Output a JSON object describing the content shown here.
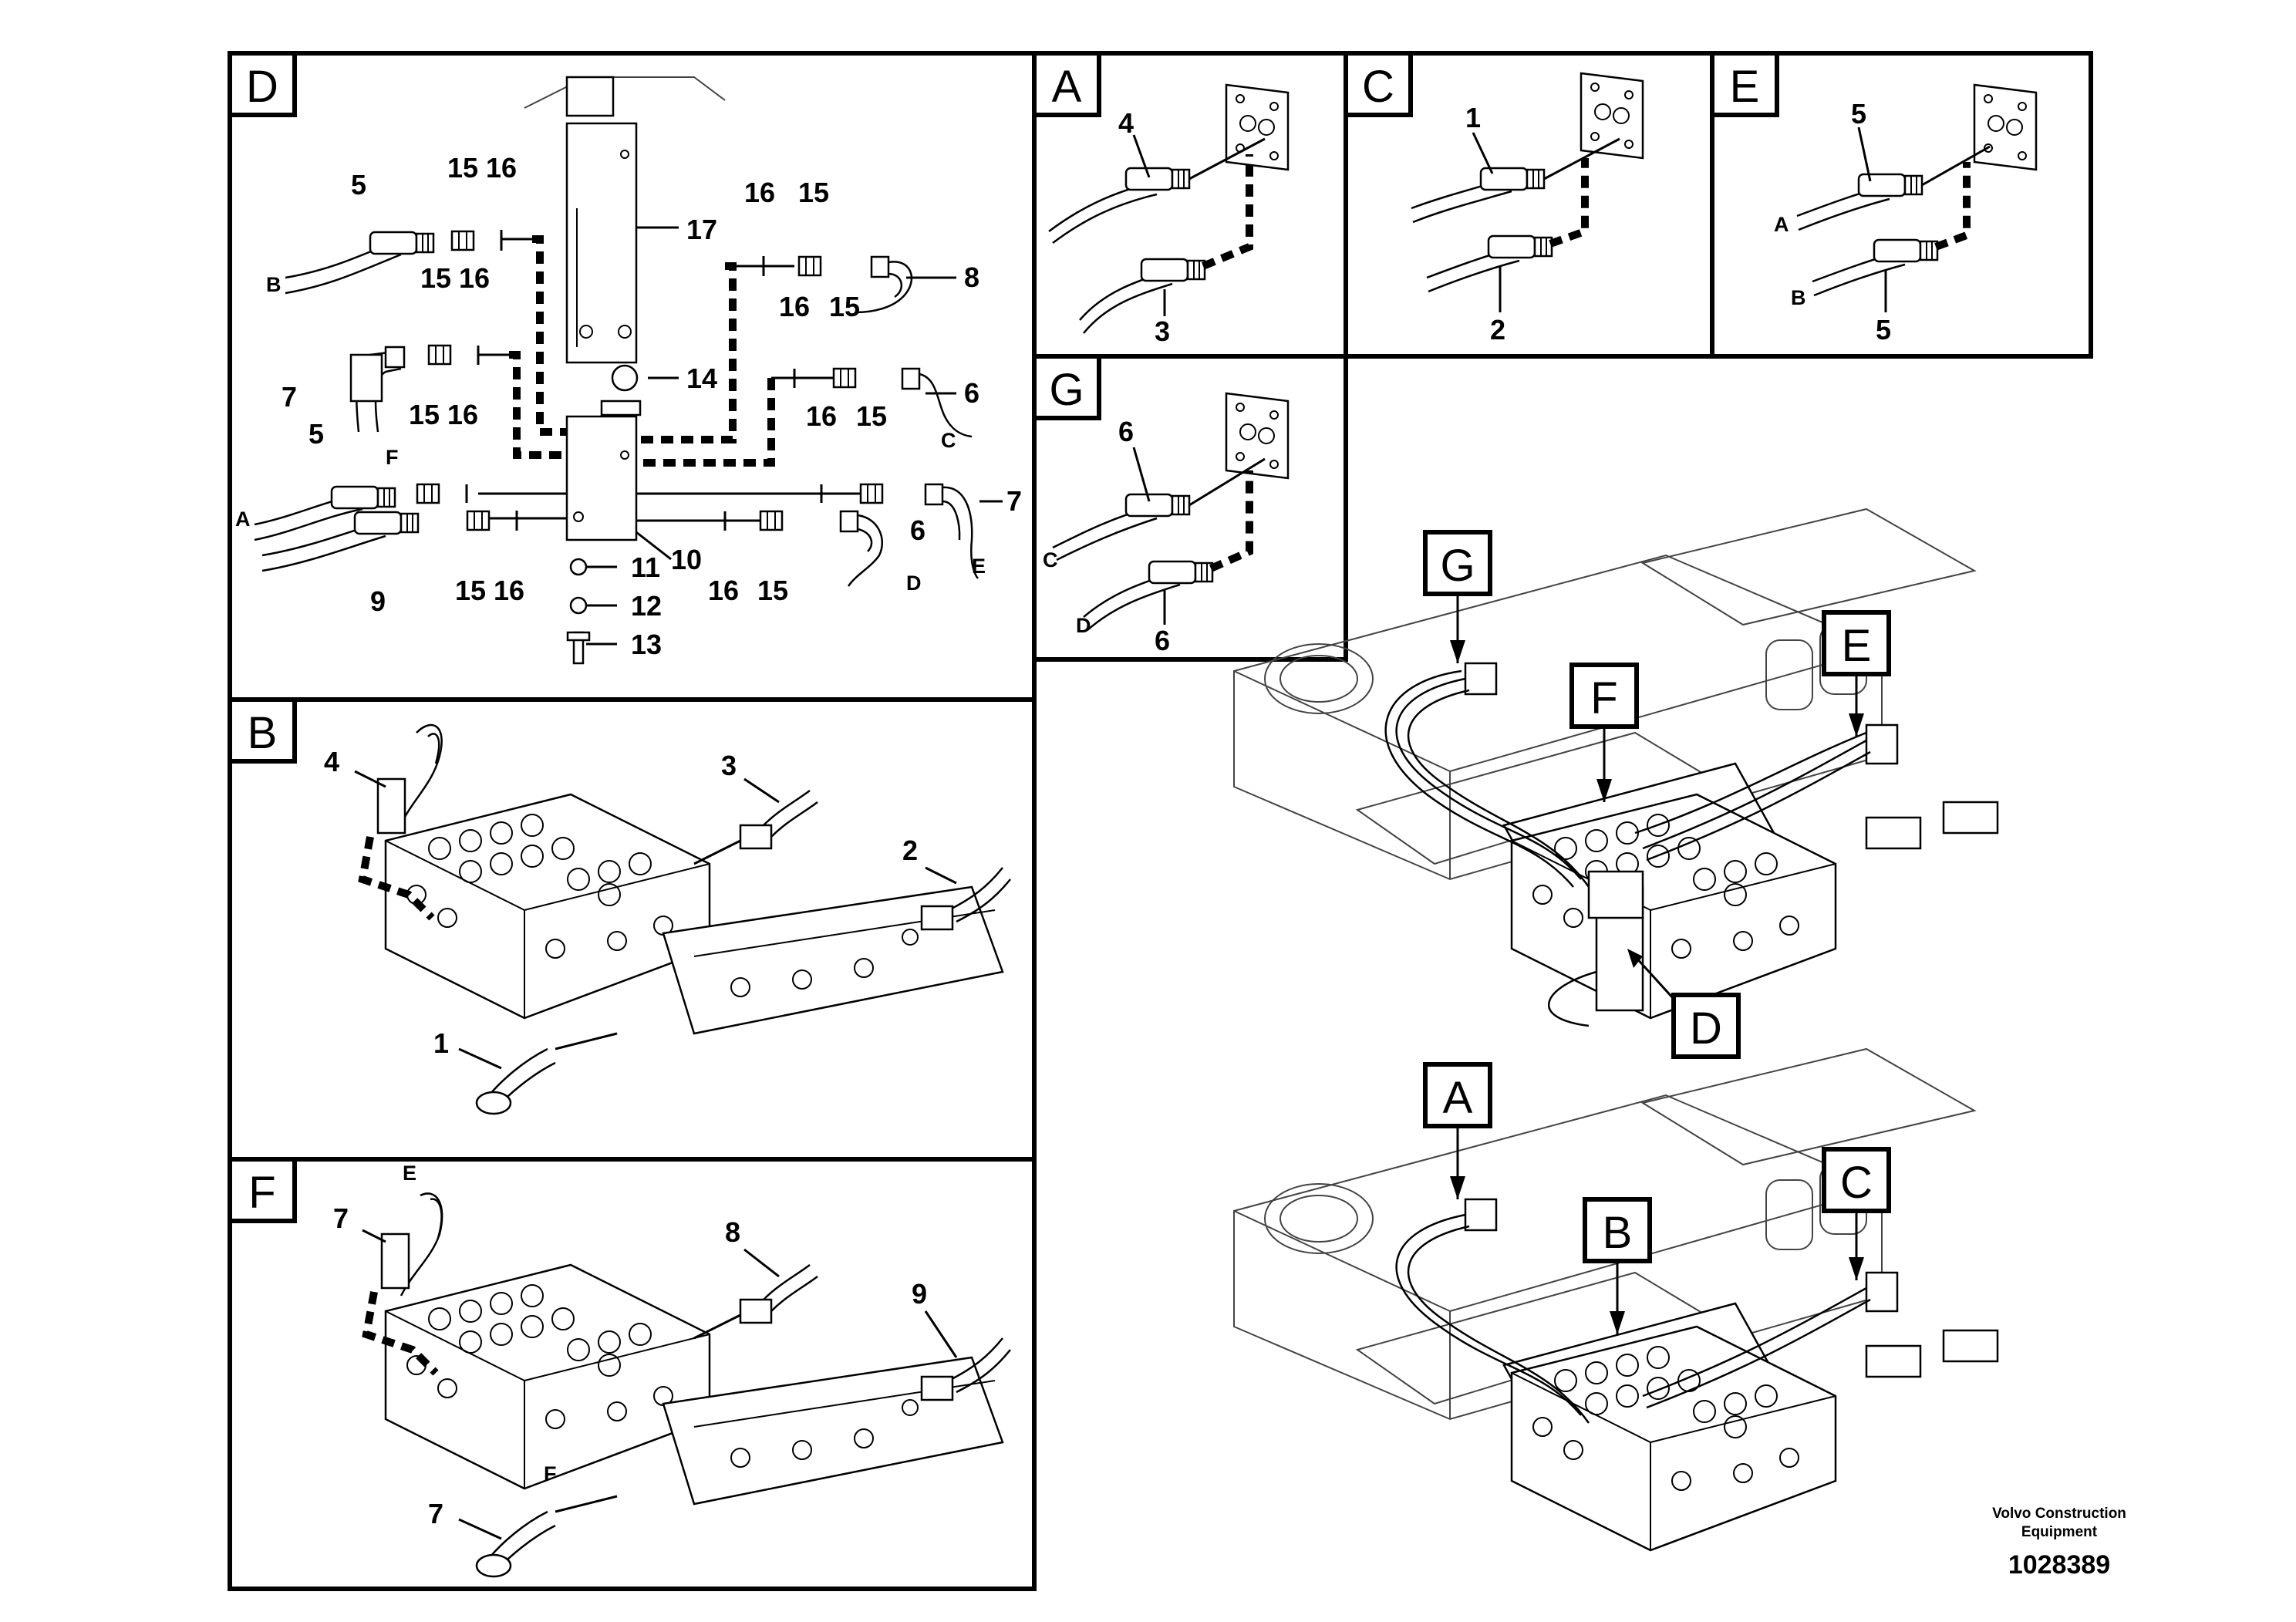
{
  "panels": {
    "D": {
      "tag": "D",
      "numbers": [
        "5",
        "15",
        "16",
        "17",
        "16",
        "15",
        "8",
        "15",
        "16",
        "16",
        "15",
        "7",
        "14",
        "6",
        "5",
        "15",
        "16",
        "16",
        "15",
        "7",
        "6",
        "9",
        "15",
        "16",
        "11",
        "10",
        "16",
        "15",
        "12",
        "13"
      ],
      "letters": [
        "B",
        "F",
        "A",
        "C",
        "E",
        "D"
      ]
    },
    "A": {
      "tag": "A",
      "numbers": [
        "4",
        "3"
      ]
    },
    "C": {
      "tag": "C",
      "numbers": [
        "1",
        "2"
      ]
    },
    "E": {
      "tag": "E",
      "numbers": [
        "5",
        "5"
      ],
      "letters": [
        "A",
        "B"
      ]
    },
    "G": {
      "tag": "G",
      "numbers": [
        "6",
        "6"
      ],
      "letters": [
        "C",
        "D"
      ]
    },
    "B": {
      "tag": "B",
      "numbers": [
        "4",
        "3",
        "2",
        "1"
      ]
    },
    "F": {
      "tag": "F",
      "numbers": [
        "7",
        "8",
        "9",
        "7"
      ],
      "letters": [
        "E",
        "F"
      ]
    }
  },
  "overview_top": {
    "callouts": [
      "G",
      "F",
      "E",
      "D"
    ]
  },
  "overview_bottom": {
    "callouts": [
      "A",
      "B",
      "C"
    ]
  },
  "footer": {
    "company_line1": "Volvo Construction",
    "company_line2": "Equipment",
    "drawing_number": "1028389"
  },
  "colors": {
    "line": "#000000",
    "background": "#ffffff"
  }
}
